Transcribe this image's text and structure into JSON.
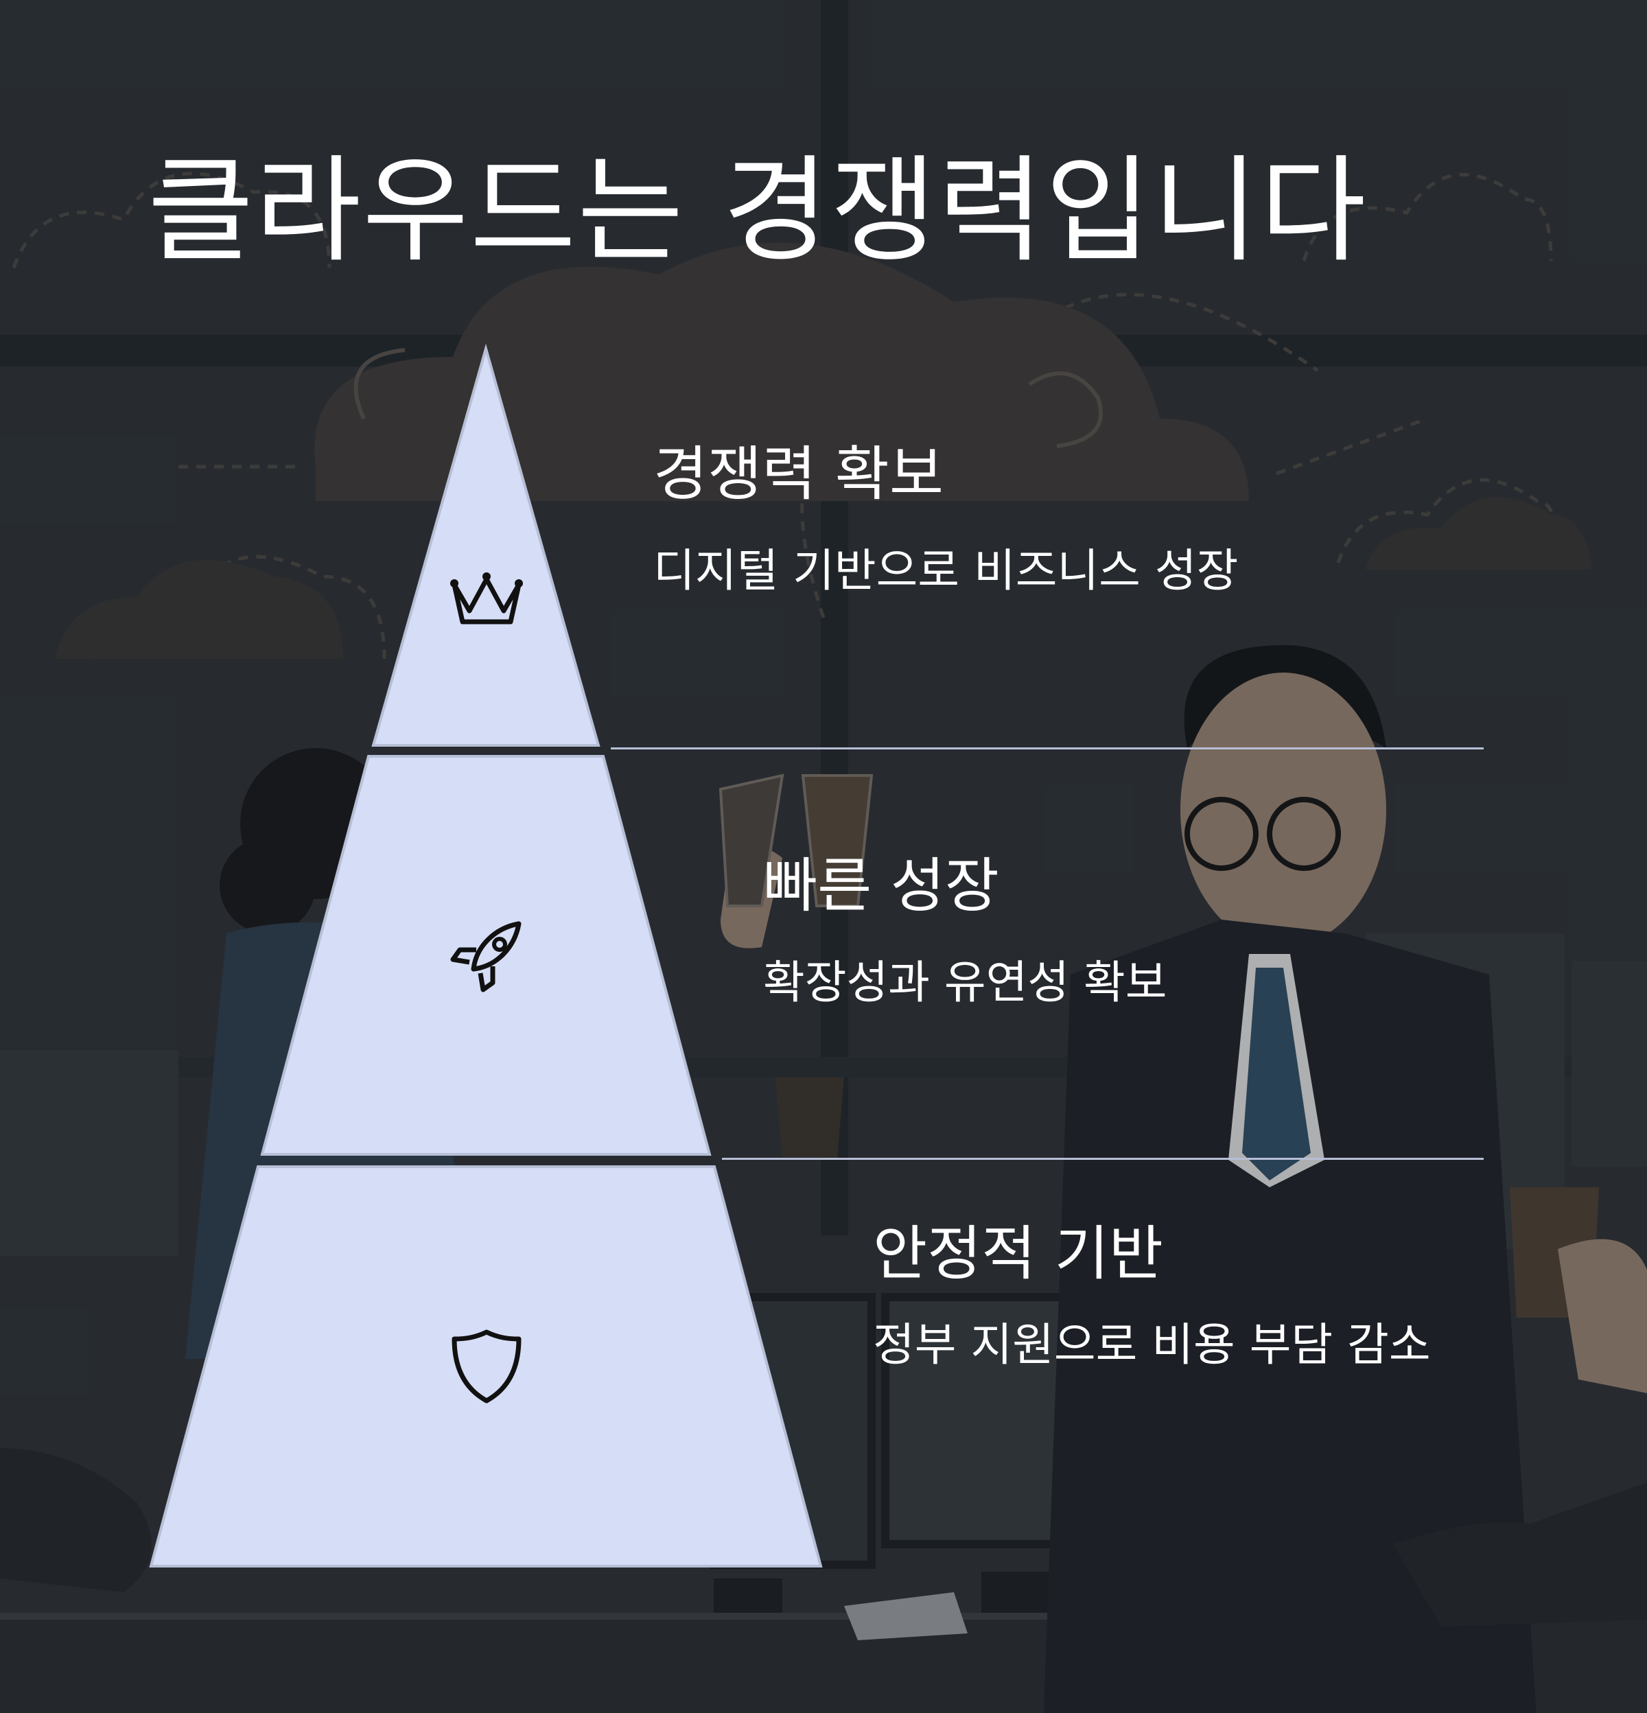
{
  "title": "클라우드는 경쟁력입니다",
  "colors": {
    "background": "#2b3034",
    "tier_fill": "#d6ddf6",
    "tier_stroke": "#b7bfd6",
    "text": "#ffffff",
    "divider": "#b7bfd6",
    "icon": "#111111"
  },
  "tiers": [
    {
      "level": "top",
      "icon": "crown-icon",
      "heading": "경쟁력 확보",
      "description": "디지털 기반으로 비즈니스 성장"
    },
    {
      "level": "middle",
      "icon": "rocket-icon",
      "heading": "빠른 성장",
      "description": "확장성과 유연성 확보"
    },
    {
      "level": "bottom",
      "icon": "shield-icon",
      "heading": "안정적 기반",
      "description": "정부 지원으로 비용 부담 감소"
    }
  ]
}
